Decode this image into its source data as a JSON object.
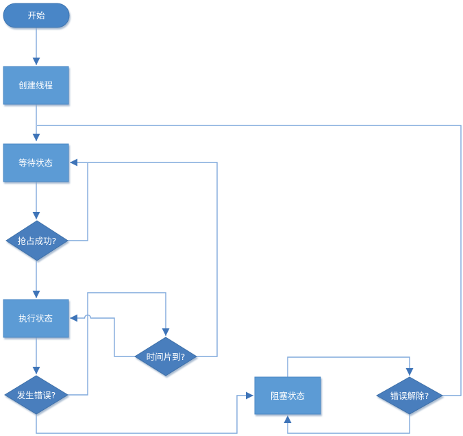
{
  "diagram": {
    "type": "flowchart",
    "language": "zh-CN",
    "background": "#ffffff",
    "colors": {
      "process_fill": "#5B9BD5",
      "process_border": "#4E88C4",
      "decision_fill": "#4A7EBD",
      "decision_border": "#3D6FA8",
      "terminator_fill": "#4986C7",
      "terminator_border": "#3C74B0",
      "connector_line": "#7FA8DC",
      "arrowhead": "#3E74B8",
      "label_text": "#FFFFFF"
    },
    "nodes": {
      "start": {
        "label": "开始",
        "shape": "terminator"
      },
      "create_thread": {
        "label": "创建线程",
        "shape": "process"
      },
      "waiting_state": {
        "label": "等待状态",
        "shape": "process"
      },
      "preempt_success": {
        "label": "抢占成功?",
        "shape": "decision"
      },
      "running_state": {
        "label": "执行状态",
        "shape": "process"
      },
      "time_slice": {
        "label": "时间片到?",
        "shape": "decision"
      },
      "error_occurred": {
        "label": "发生错误?",
        "shape": "decision"
      },
      "blocked_state": {
        "label": "阻塞状态",
        "shape": "process"
      },
      "error_resolved": {
        "label": "错误解除?",
        "shape": "decision"
      }
    },
    "edges": [
      {
        "from": "start",
        "to": "create_thread"
      },
      {
        "from": "create_thread",
        "to": "waiting_state"
      },
      {
        "from": "waiting_state",
        "to": "preempt_success"
      },
      {
        "from": "preempt_success",
        "to": "waiting_state"
      },
      {
        "from": "preempt_success",
        "to": "running_state"
      },
      {
        "from": "running_state",
        "to": "error_occurred"
      },
      {
        "from": "error_occurred",
        "to": "time_slice"
      },
      {
        "from": "time_slice",
        "to": "running_state"
      },
      {
        "from": "time_slice",
        "to": "waiting_state"
      },
      {
        "from": "error_occurred",
        "to": "blocked_state"
      },
      {
        "from": "blocked_state",
        "to": "error_resolved"
      },
      {
        "from": "error_resolved",
        "to": "blocked_state"
      },
      {
        "from": "error_resolved",
        "to": "waiting_state"
      }
    ]
  }
}
